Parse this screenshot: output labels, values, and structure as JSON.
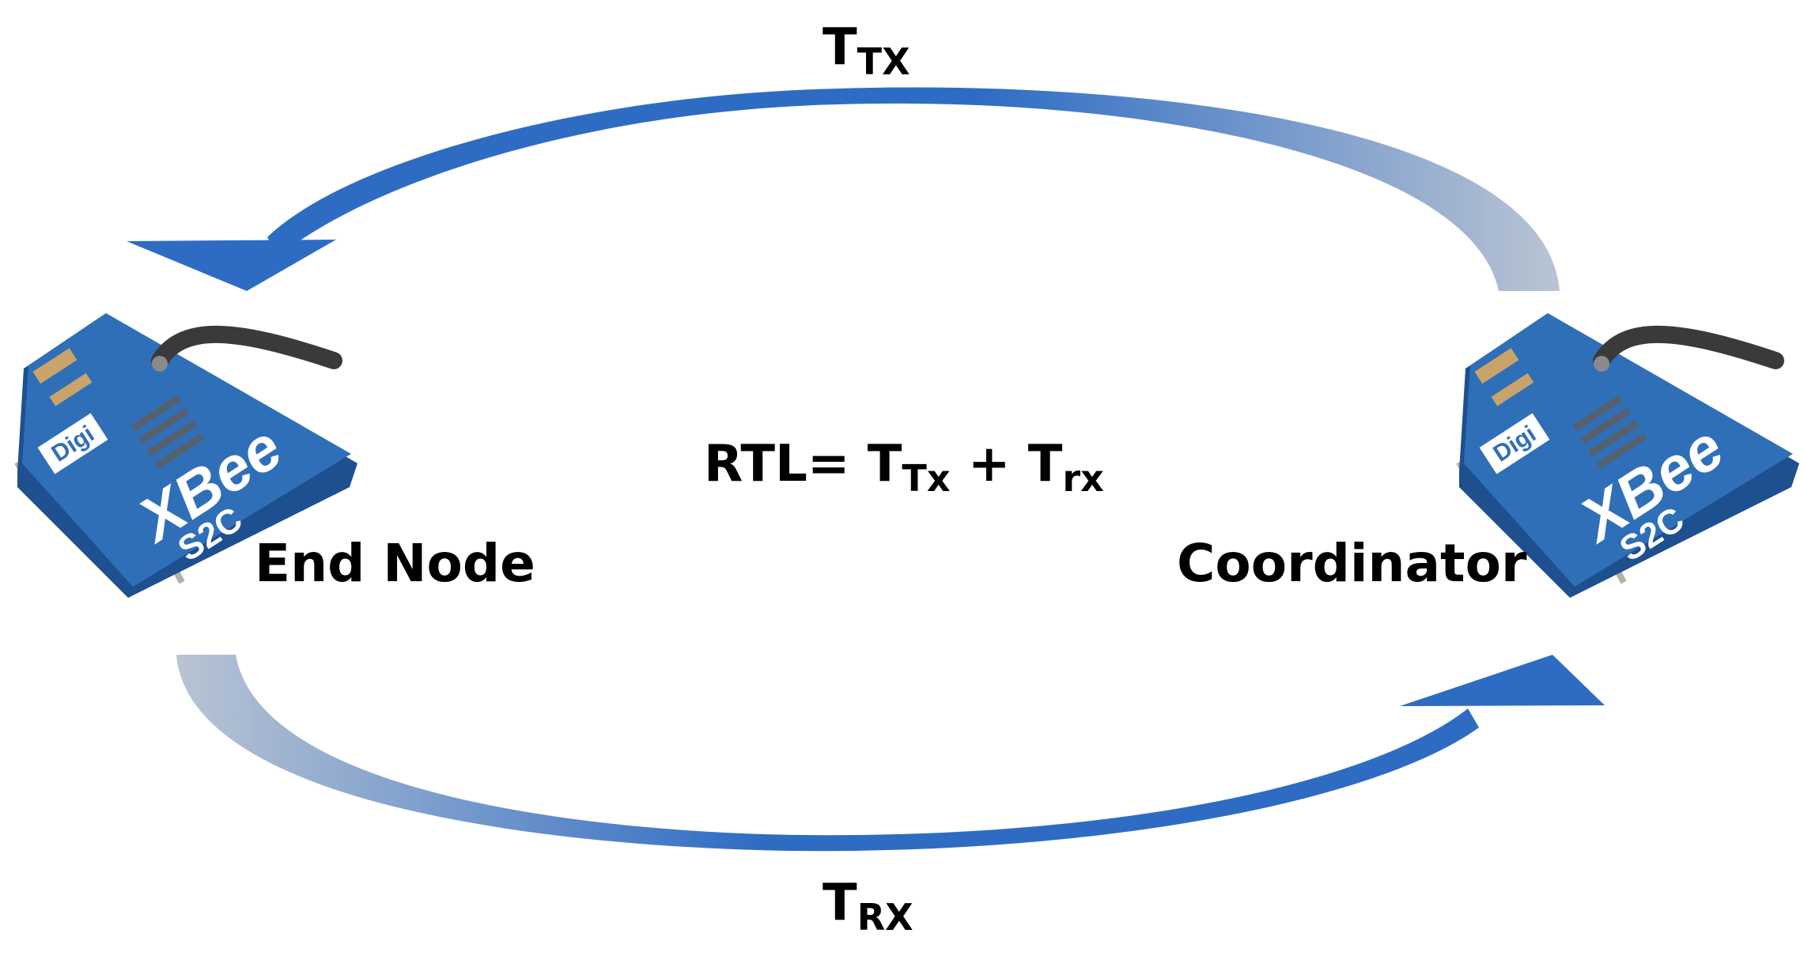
{
  "labels": {
    "tx_main": "T",
    "tx_sub": "TX",
    "rx_main": "T",
    "rx_sub": "RX",
    "rtl_prefix": "RTL= ",
    "rtl_t1": "T",
    "rtl_t1_sub": "Tx",
    "rtl_plus": " + ",
    "rtl_t2": "T",
    "rtl_t2_sub": "rx",
    "end_node": "End Node",
    "coordinator": "Coordinator"
  },
  "modules": [
    {
      "brand": "Digi",
      "model": "XBee",
      "variant": "S2C"
    },
    {
      "brand": "Digi",
      "model": "XBee",
      "variant": "S2C"
    }
  ],
  "colors": {
    "arrow_dark": "#2e6cc4",
    "arrow_light": "#b9c4d3",
    "pcb": "#2f6fb8",
    "pcb_dark": "#1e4f8f",
    "antenna": "#3a3a3a",
    "pins": "#b5b0a6"
  }
}
